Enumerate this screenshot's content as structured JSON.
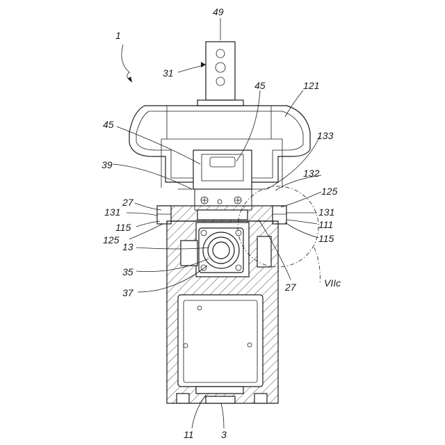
{
  "labels": {
    "l1": "1",
    "l3": "3",
    "l11": "11",
    "l13": "13",
    "l27a": "27",
    "l27b": "27",
    "l31": "31",
    "l35": "35",
    "l37": "37",
    "l39": "39",
    "l45a": "45",
    "l45b": "45",
    "l49": "49",
    "l111": "111",
    "l115a": "115",
    "l115b": "115",
    "l121": "121",
    "l125a": "125",
    "l125b": "125",
    "l131a": "131",
    "l131b": "131",
    "l132": "132",
    "l133": "133",
    "lVIIc": "VIIc"
  }
}
